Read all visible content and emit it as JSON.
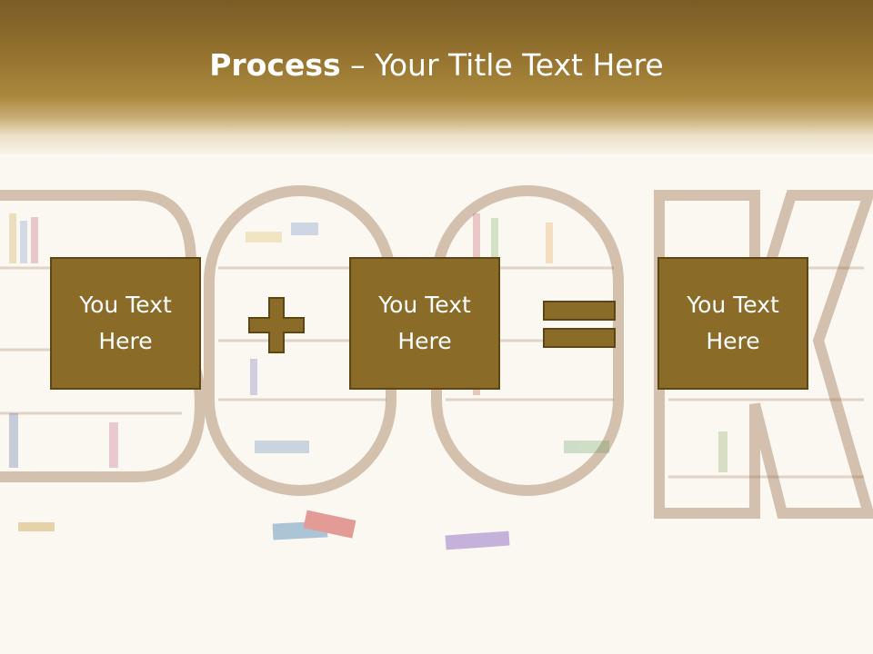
{
  "slide": {
    "title_bold": "Process",
    "title_rest": " – Your Title Text Here",
    "boxes": [
      {
        "text": "You Text Here"
      },
      {
        "text": "You Text Here"
      },
      {
        "text": "You Text Here"
      }
    ],
    "operators": [
      "plus-icon",
      "equals-icon"
    ]
  },
  "colors": {
    "header_dark": "#7b5c26",
    "box_fill": "#8a6b28",
    "box_border": "#5e4514",
    "operator_fill": "#8a6b28",
    "text": "#ffffff"
  }
}
